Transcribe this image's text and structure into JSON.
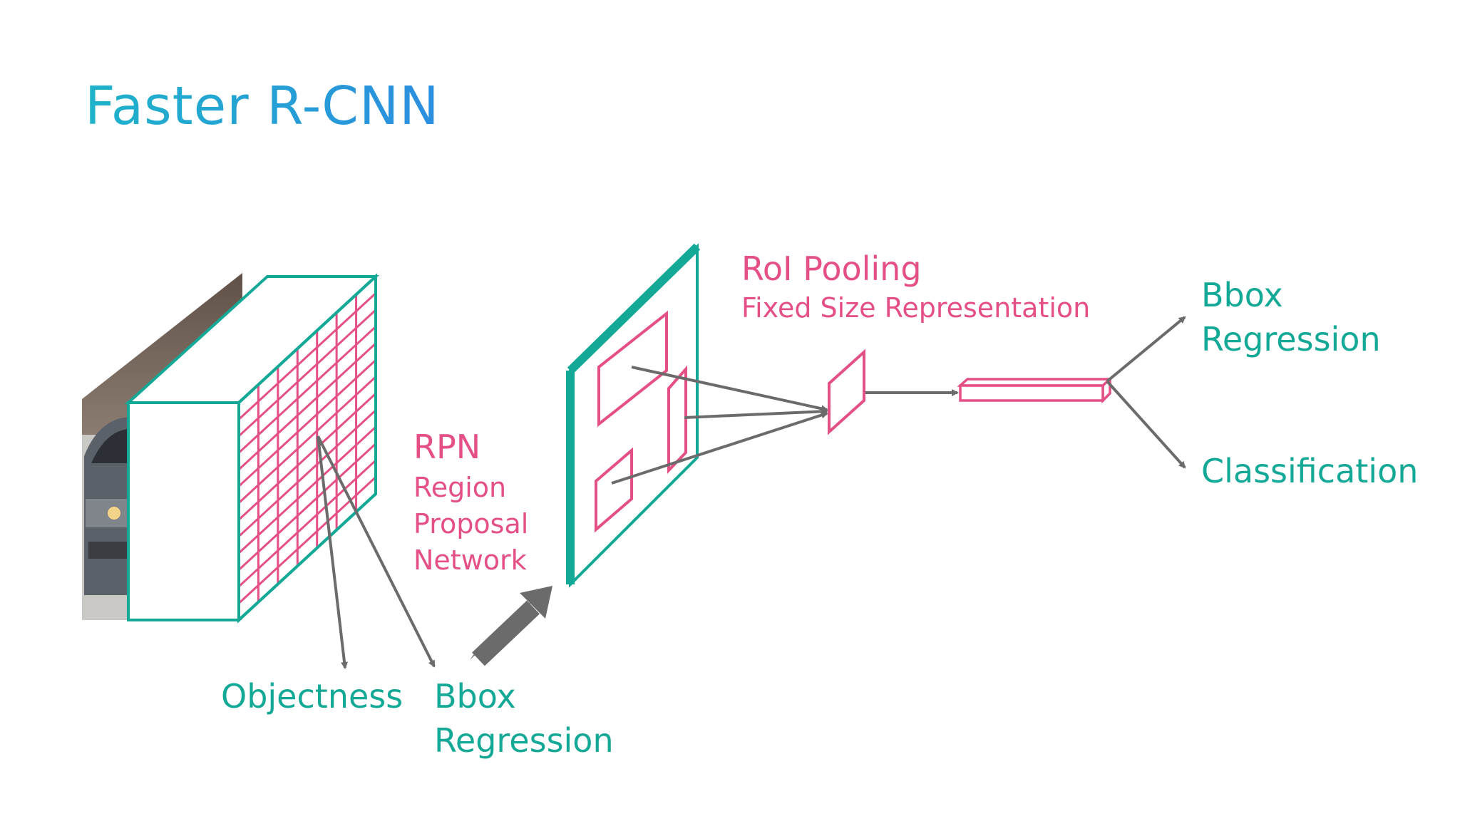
{
  "title": "Faster R-CNN",
  "labels": {
    "rpn_title": "RPN",
    "rpn_line1": "Region",
    "rpn_line2": "Proposal",
    "rpn_line3": "Network",
    "roi_title": "RoI Pooling",
    "roi_subtitle": "Fixed Size Representation",
    "objectness": "Objectness",
    "rpn_bbox_line1": "Bbox",
    "rpn_bbox_line2": "Regression",
    "out_bbox_line1": "Bbox",
    "out_bbox_line2": "Regression",
    "classification": "Classification"
  },
  "colors": {
    "teal": "#14a896",
    "pink": "#e44f86",
    "arrow_gray": "#6b6b6b",
    "title_start": "#1fb3c9",
    "title_end": "#2b8ee0"
  },
  "feature_grid": {
    "columns": 7,
    "rows": 13
  }
}
